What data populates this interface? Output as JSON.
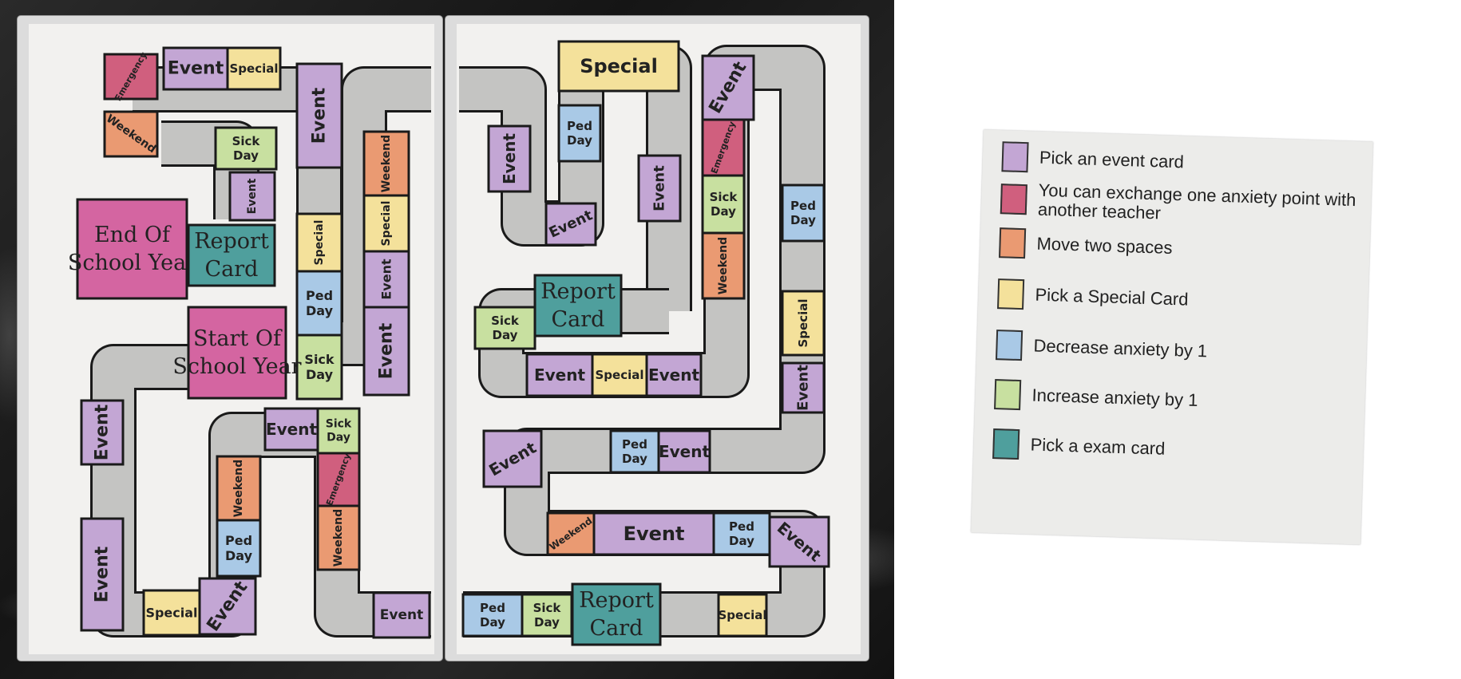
{
  "colors": {
    "event": "#c3a6d4",
    "emergency": "#d05f7e",
    "weekend": "#ea9a72",
    "special": "#f4e19b",
    "ped_day": "#a9c9e6",
    "sick_day": "#c8e0a0",
    "exam": "#4f9f9d",
    "end_of_year": "#d465a1",
    "plain": "#c4c4c2"
  },
  "tiles": {
    "event": "Event",
    "special": "Special",
    "emergency": "Emergency",
    "weekend": "Weekend",
    "ped_day_1": "Ped",
    "ped_day_2": "Day",
    "sick_day_1": "Sick",
    "sick_day_2": "Day"
  },
  "blocks": {
    "end_of_school_year_1": "End Of",
    "end_of_school_year_2": "School Year",
    "start_of_school_year_1": "Start Of",
    "start_of_school_year_2": "School Year",
    "report_card_1": "Report",
    "report_card_2": "Card"
  },
  "legend": [
    {
      "color": "event",
      "text": "Pick an event card"
    },
    {
      "color": "emergency",
      "text": "You can exchange one anxiety point with another teacher"
    },
    {
      "color": "weekend",
      "text": "Move two spaces"
    },
    {
      "color": "special",
      "text": "Pick a Special Card"
    },
    {
      "color": "ped_day",
      "text": "Decrease anxiety by 1"
    },
    {
      "color": "sick_day",
      "text": "Increase anxiety by 1"
    },
    {
      "color": "exam",
      "text": "Pick a exam card"
    }
  ]
}
